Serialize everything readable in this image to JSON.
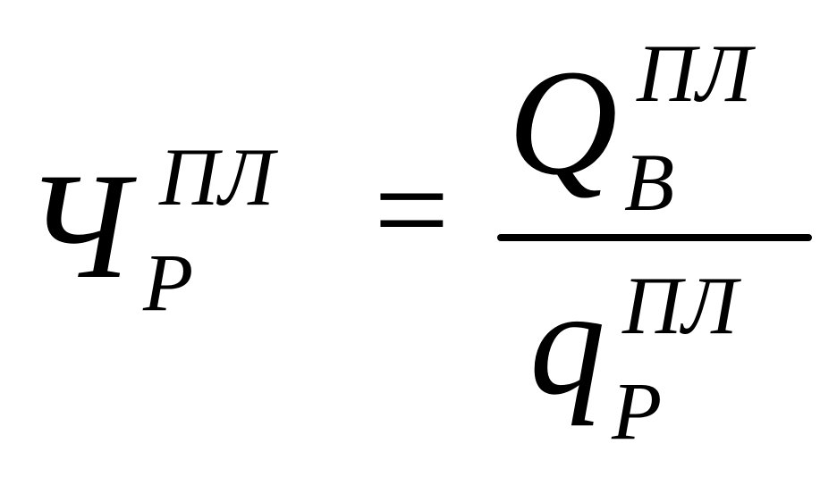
{
  "formula": {
    "lhs": {
      "base": "Ч",
      "superscript": "ПЛ",
      "subscript": "Р"
    },
    "operator": "=",
    "numerator": {
      "base": "Q",
      "superscript": "ПЛ",
      "subscript": "В"
    },
    "denominator": {
      "base": "q",
      "superscript": "ПЛ",
      "subscript": "Р"
    }
  }
}
